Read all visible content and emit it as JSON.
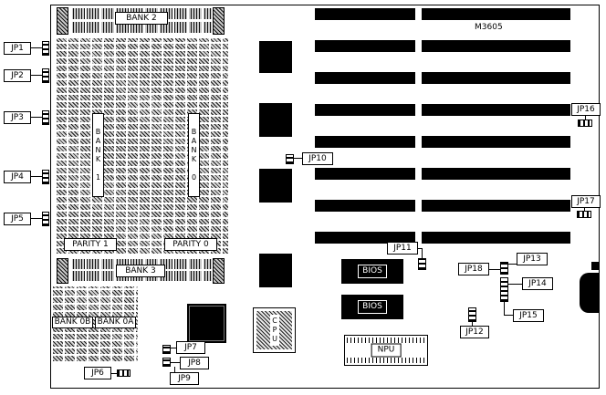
{
  "board": {
    "model": "M3605",
    "jumpers": {
      "jp1": "JP1",
      "jp2": "JP2",
      "jp3": "JP3",
      "jp4": "JP4",
      "jp5": "JP5",
      "jp6": "JP6",
      "jp7": "JP7",
      "jp8": "JP8",
      "jp9": "JP9",
      "jp10": "JP10",
      "jp11": "JP11",
      "jp12": "JP12",
      "jp13": "JP13",
      "jp14": "JP14",
      "jp15": "JP15",
      "jp16": "JP16",
      "jp17": "JP17",
      "jp18": "JP18"
    },
    "memory": {
      "bank2": "BANK 2",
      "bank3": "BANK 3",
      "bank0a": "BANK 0A",
      "bank0b": "BANK 0B",
      "bank1_column": "BANK 1",
      "bank0_column": "BANK 0",
      "parity1": "PARITY 1",
      "parity0": "PARITY 0"
    },
    "chips": {
      "bios1": "BIOS",
      "bios2": "BIOS",
      "cpu": "CPU",
      "npu": "NPU"
    }
  }
}
